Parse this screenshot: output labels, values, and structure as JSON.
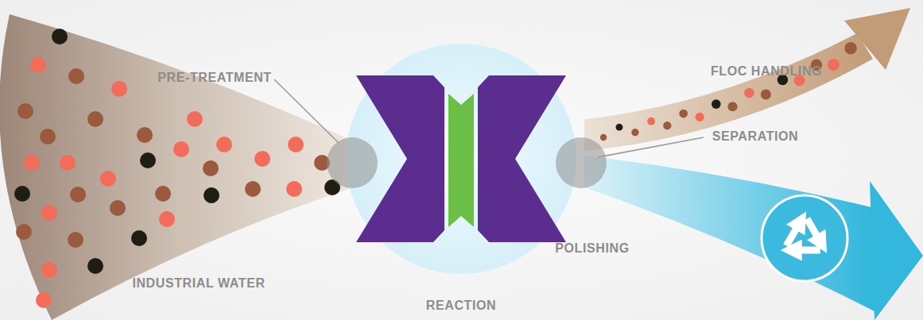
{
  "diagram": {
    "labels": [
      "PRE-TREATMENT",
      "FLOC HANDLING",
      "SEPARATION",
      "POLISHING",
      "INDUSTRIAL WATER",
      "REACTION"
    ]
  }
}
